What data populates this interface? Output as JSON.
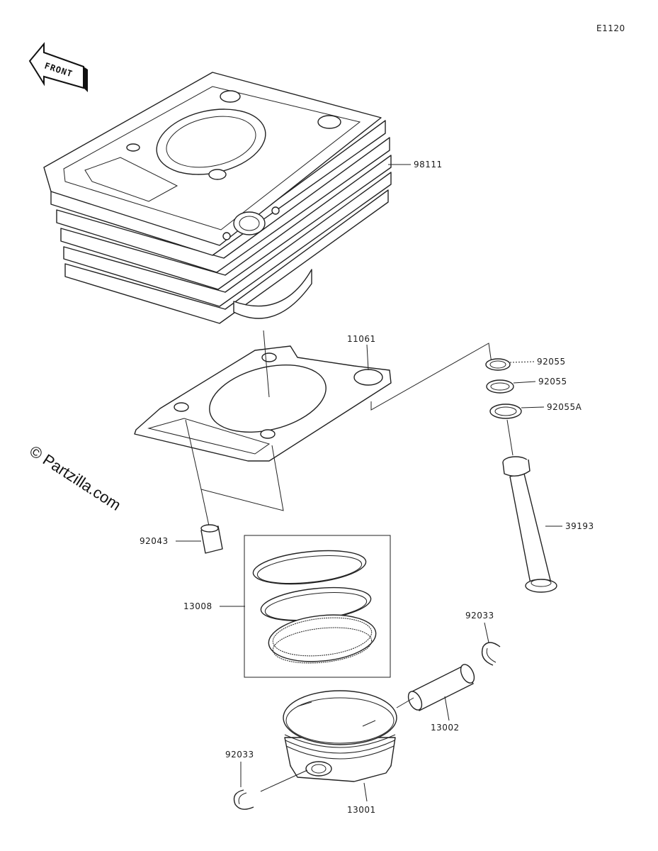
{
  "diagram": {
    "code": "E1120",
    "front_label": "FRONT",
    "watermark": "© Partzilla.com",
    "parts": {
      "cylinder": "98111",
      "head_gasket": "11061",
      "seal_a": "92055",
      "seal_b": "92055",
      "seal_c": "92055A",
      "dowel_pin": "92043",
      "oil_pipe": "39193",
      "piston_ring_set": "13008",
      "circlip_right": "92033",
      "piston_pin": "13002",
      "circlip_left": "92033",
      "piston": "13001"
    }
  }
}
